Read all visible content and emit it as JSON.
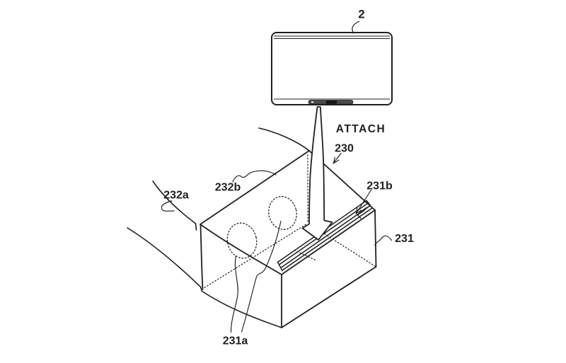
{
  "figure": {
    "background": "#ffffff",
    "line_color": "#1f1f1f",
    "connector_bar_color": "#4a4a4a",
    "connector_plug_color": "#111111",
    "labels": {
      "display_device": "2",
      "attach_action": "ATTACH",
      "goggles_body": "230",
      "holder_box": "231",
      "lens_openings": "231a",
      "insert_slot": "231b",
      "contact_part_left": "232a",
      "contact_part_upper": "232b"
    }
  }
}
